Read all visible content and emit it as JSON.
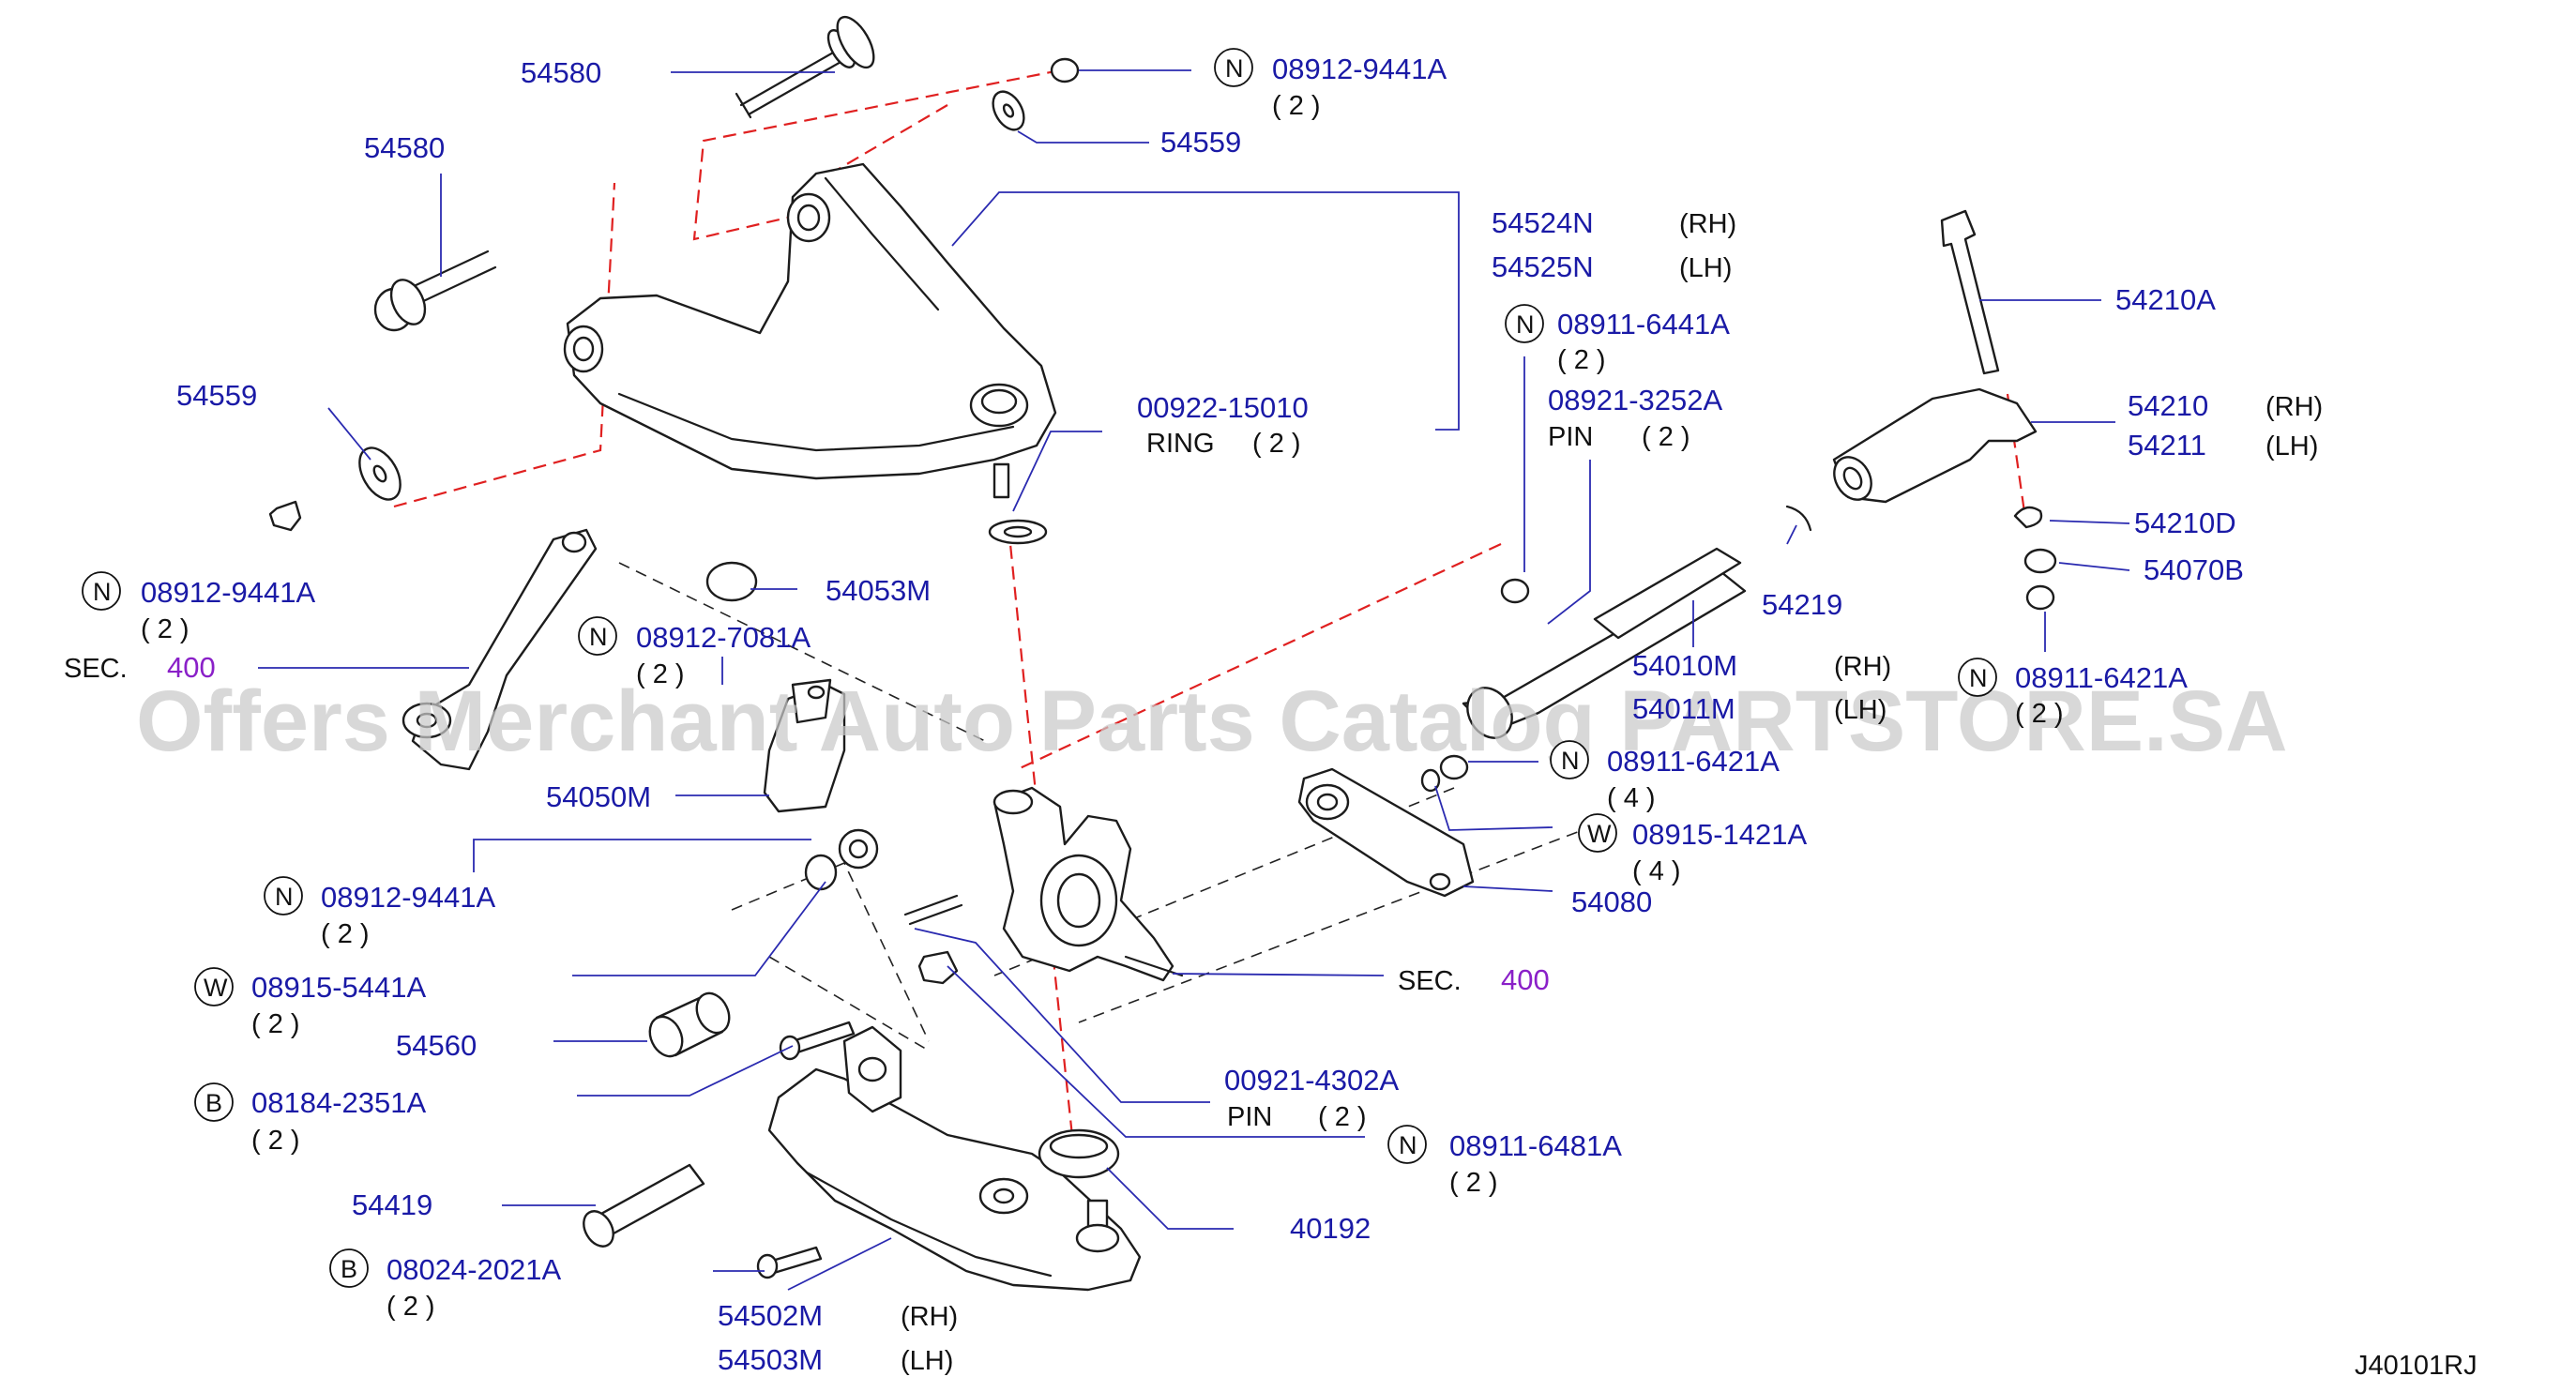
{
  "diagram": {
    "watermark": "Offers Merchant Auto Parts Catalog PARTSTORE.SA",
    "footer_code": "J40101RJ",
    "labels": {
      "p54580a": "54580",
      "p54580b": "54580",
      "p54559a": "54559",
      "p54559b": "54559",
      "p08912_9441a_top": "08912-9441A",
      "q_top": "( 2 )",
      "p54524n": "54524N",
      "p54524n_side": "(RH)",
      "p54525n": "54525N",
      "p54525n_side": "(LH)",
      "p08911_6441a": "08911-6441A",
      "q_6441a": "( 2 )",
      "p08921_3252a": "08921-3252A",
      "pin1_text": "PIN",
      "q_3252a": "( 2 )",
      "p00922_15010": "00922-15010",
      "ring_text": "RING",
      "q_ring": "( 2 )",
      "p54210a": "54210A",
      "p54210": "54210",
      "p54210_side": "(RH)",
      "p54211": "54211",
      "p54211_side": "(LH)",
      "p54210d": "54210D",
      "p54070b": "54070B",
      "p08911_6421a_right": "08911-6421A",
      "q_6421a_right": "( 2 )",
      "p08912_9441a_left": "08912-9441A",
      "q_left": "( 2 )",
      "sec_left": "SEC.",
      "sec_left_num": "400",
      "p54053m": "54053M",
      "p08912_7081a": "08912-7081A",
      "q_7081a": "( 2 )",
      "p54050m": "54050M",
      "p54219": "54219",
      "p54010m": "54010M",
      "p54010m_side": "(RH)",
      "p54011m": "54011M",
      "p54011m_side": "(LH)",
      "p08911_6421a_mid": "08911-6421A",
      "q_6421a_mid": "( 4 )",
      "p08915_1421a": "08915-1421A",
      "q_1421a": "( 4 )",
      "p54080": "54080",
      "sec_right": "SEC.",
      "sec_right_num": "400",
      "p08912_9441a_low": "08912-9441A",
      "q_low": "( 2 )",
      "p08915_5441a": "08915-5441A",
      "q_5441a": "( 2 )",
      "p54560": "54560",
      "p08184_2351a": "08184-2351A",
      "q_2351a": "( 2 )",
      "p00921_4302a": "00921-4302A",
      "pin2_text": "PIN",
      "q_4302a": "( 2 )",
      "p08911_6481a": "08911-6481A",
      "q_6481a": "( 2 )",
      "p54419": "54419",
      "p40192": "40192",
      "p08024_2021a": "08024-2021A",
      "q_2021a": "( 2 )",
      "p54502m": "54502M",
      "p54502m_side": "(RH)",
      "p54503m": "54503M",
      "p54503m_side": "(LH)"
    },
    "symbols": {
      "nut": "N",
      "washer": "W",
      "bolt": "B"
    }
  }
}
